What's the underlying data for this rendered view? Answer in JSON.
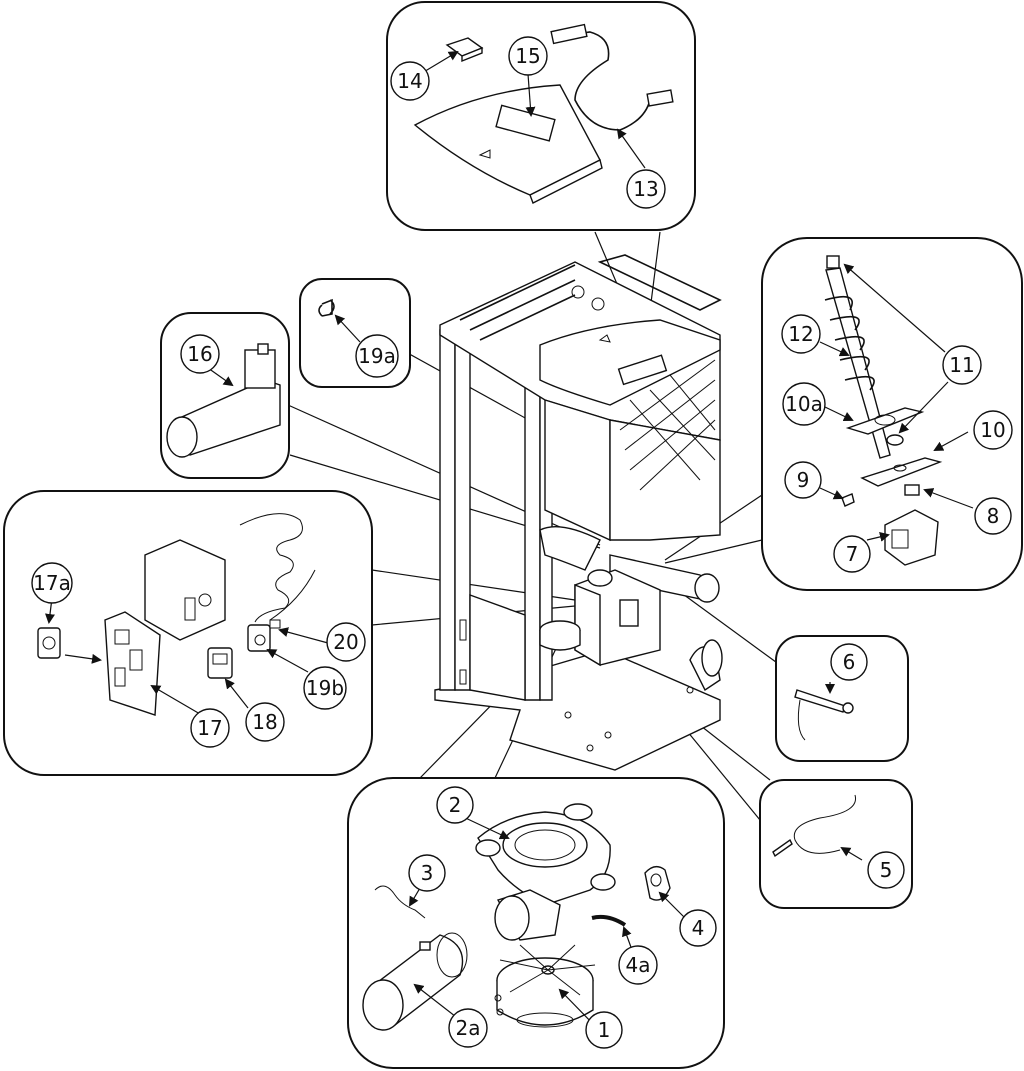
{
  "callouts": [
    {
      "id": "c1",
      "label": "1"
    },
    {
      "id": "c2",
      "label": "2"
    },
    {
      "id": "c2a",
      "label": "2a"
    },
    {
      "id": "c3",
      "label": "3"
    },
    {
      "id": "c4",
      "label": "4"
    },
    {
      "id": "c4a",
      "label": "4a"
    },
    {
      "id": "c5",
      "label": "5"
    },
    {
      "id": "c6",
      "label": "6"
    },
    {
      "id": "c7",
      "label": "7"
    },
    {
      "id": "c8",
      "label": "8"
    },
    {
      "id": "c9",
      "label": "9"
    },
    {
      "id": "c10",
      "label": "10"
    },
    {
      "id": "c10a",
      "label": "10a"
    },
    {
      "id": "c11",
      "label": "11"
    },
    {
      "id": "c12",
      "label": "12"
    },
    {
      "id": "c13",
      "label": "13"
    },
    {
      "id": "c14",
      "label": "14"
    },
    {
      "id": "c15",
      "label": "15"
    },
    {
      "id": "c16",
      "label": "16"
    },
    {
      "id": "c17",
      "label": "17"
    },
    {
      "id": "c17a",
      "label": "17a"
    },
    {
      "id": "c18",
      "label": "18"
    },
    {
      "id": "c19a",
      "label": "19a"
    },
    {
      "id": "c19b",
      "label": "19b"
    },
    {
      "id": "c20",
      "label": "20"
    }
  ]
}
